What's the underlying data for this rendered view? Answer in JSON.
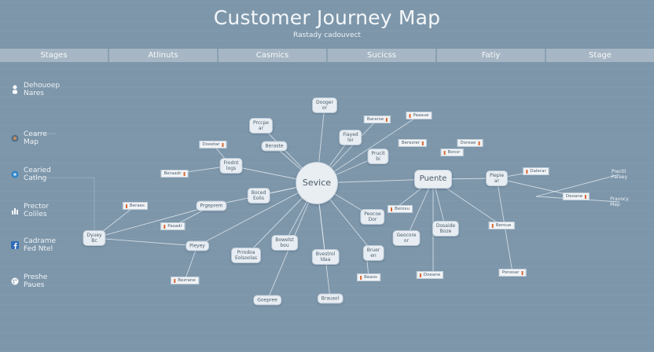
{
  "header": {
    "title": "Customer Journey Map",
    "subtitle": "Rastady cadouvect"
  },
  "stages": [
    "Stages",
    "Atlinuts",
    "Casmics",
    "Sucicss",
    "Fatiy",
    "Stage"
  ],
  "sidebar": {
    "items": [
      {
        "label": "Dehouoep\nNares",
        "icon": "person-icon"
      },
      {
        "label": "Cearre\nMap",
        "icon": "globe-icon"
      },
      {
        "label": "Cearied\nCatlng",
        "icon": "blue-gear-icon"
      },
      {
        "label": "Prector\nColiles",
        "icon": "bar-chart-icon"
      },
      {
        "label": "Cadrame\nFed Ntel",
        "icon": "facebook-icon"
      },
      {
        "label": "Preshe\nPaues",
        "icon": "palette-icon"
      }
    ]
  },
  "colors": {
    "background": "#7d96aa",
    "header_bar": "#a6b6c4",
    "node_fill": "#e7edf2",
    "line": "#eef3f7",
    "accent_mark": "#d9662f"
  },
  "diagram": {
    "hubs": {
      "service": "Sevice",
      "purchase": "Puente"
    },
    "nodes": {
      "n1": "Dooger\nor",
      "n2": "Prccpe\nar",
      "n3": "Beraste",
      "n4": "Fiayed\nlor",
      "n5": "Prucit\nbi",
      "n6": "Frodnt\nlogs",
      "n7": "Boced\nEolis",
      "n8": "Prgeprem",
      "n9": "Dyuey\nBc",
      "n10": "Pieyey",
      "n11": "Bowelst\nbou",
      "n12": "Prrodoa\nEolsoolas",
      "n13": "Bvestrol\nldaa",
      "n14": "Bruer\nen",
      "n15": "Peocoe\nDor",
      "n16": "Geocore\nor",
      "n17": "Dosaide\nBoze",
      "n18": "Goepree",
      "n19": "Brausol",
      "n20": "Piepie\nar",
      "n21": "Prectil\nPareey",
      "n22": "Pravocy\nMap"
    },
    "tags": {
      "t1": "Bararse",
      "t2": "Paaaue",
      "t3": "Dooetar",
      "t4": "Berezrer",
      "t5": "Bonsr",
      "t6": "Beraadr",
      "t7": "Dalerar",
      "t8": "Beraes",
      "t9": "Pasadr",
      "t10": "Berosu",
      "t11": "Beroue",
      "t12": "Deoane",
      "t13": "Beaos",
      "t14": "Doeane",
      "t15": "Bezrane",
      "t16": "Ponesar",
      "t17": "Doreae"
    }
  }
}
